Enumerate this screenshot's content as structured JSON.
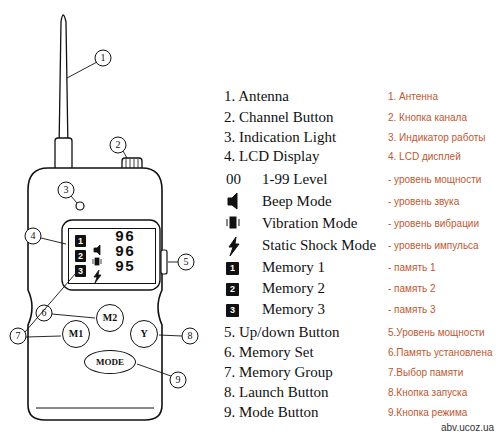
{
  "diagram": {
    "nodes": [
      {
        "text": [
          "96",
          "96",
          "95"
        ]
      },
      {
        "text": [
          "1"
        ],
        "in": 0
      },
      {
        "text": [
          "2"
        ],
        "in": 0
      },
      {
        "text": [
          "3"
        ],
        "in": 0
      },
      {
        "text": [
          "M2"
        ]
      },
      {
        "text": [
          "M1"
        ]
      },
      {
        "text": [
          "Y"
        ]
      },
      {
        "text": [
          "MODE"
        ]
      },
      {
        "text": [
          "1"
        ]
      },
      {
        "text": [
          "2"
        ]
      },
      {
        "text": [
          "3"
        ]
      }
    ],
    "labels": [
      "1",
      "2",
      "3",
      "4",
      "5",
      "6",
      "7",
      "8",
      "9",
      "1. Antenna",
      "2. Channel Button",
      "3. Indication Light",
      "4. LCD Display",
      "00",
      "1-99 Level",
      "Beep Mode",
      "Vibration Mode",
      "Static Shock Mode",
      "Memory 1",
      "Memory 2",
      "Memory 3",
      "5. Up/down Button",
      "6. Memory Set",
      "7. Memory Group",
      "8. Launch Button",
      "9. Mode Button",
      "1. Антенна",
      "2. Кнопка канала",
      "3. Индикатор работы",
      "4. LCD дисплей",
      "- уровень мощности",
      "- уровень звука",
      "- уровень вибрации",
      "- уровень импульса",
      "- память 1",
      "- память 2",
      "- память 3",
      "5.Уровень мощности",
      "6.Память установлена",
      "7.Выбор памяти",
      "8.Кнопка запуска",
      "9.Кнопка режима",
      "abv.ucoz.ua"
    ]
  }
}
